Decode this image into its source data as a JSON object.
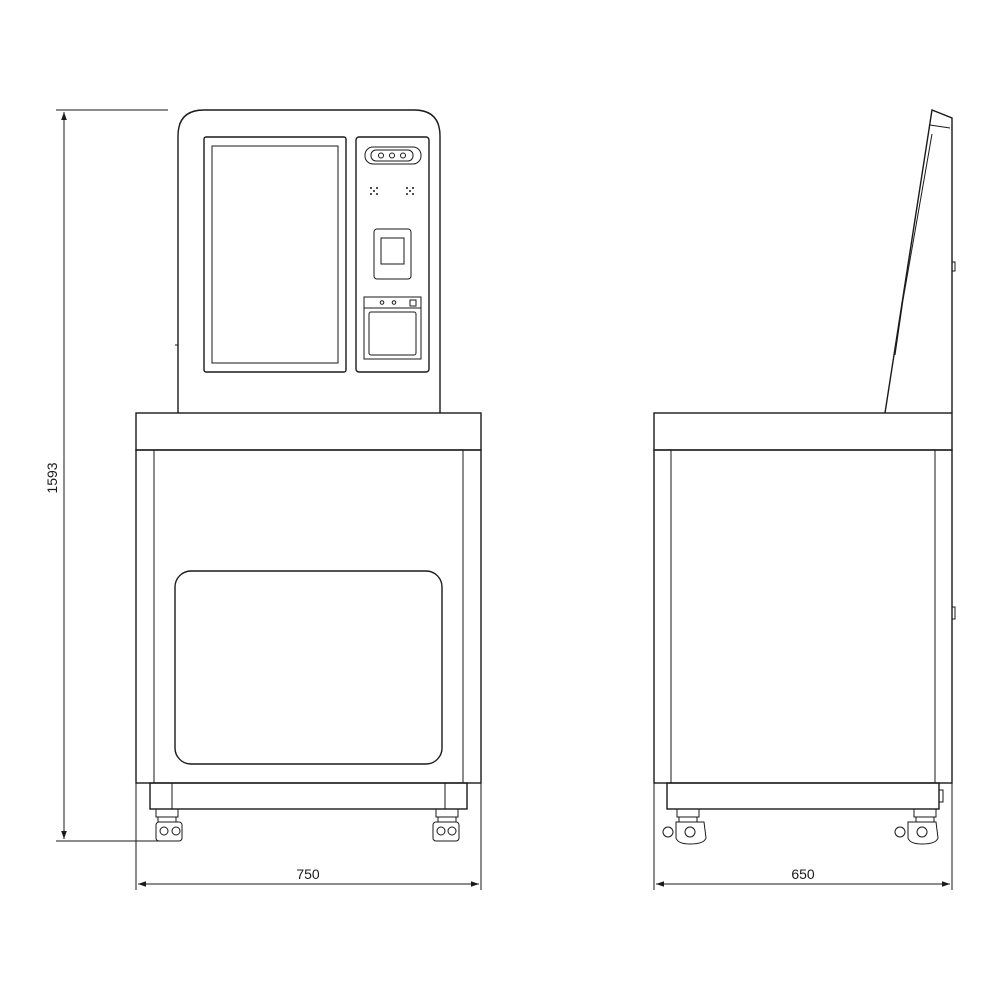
{
  "dimensions": {
    "height": "1593",
    "front_width": "750",
    "side_depth": "650"
  },
  "colors": {
    "line": "#1a1a1a",
    "background": "#ffffff"
  }
}
